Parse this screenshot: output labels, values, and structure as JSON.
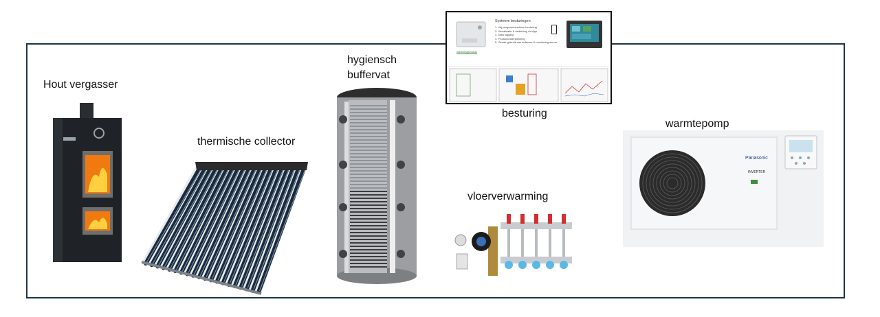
{
  "labels": {
    "wood_gasifier": "Hout vergasser",
    "thermal_collector": "thermische collector",
    "buffer_tank": "hygiensch\nbuffervat",
    "control": "besturing",
    "floor_heating": "vloerverwarming",
    "heat_pump": "warmtepomp"
  },
  "control_panel": {
    "title": "Systeem besturingen",
    "items": [
      "1. Vrij programmeerbare besturing",
      "2. Visualisatie & bediening via App",
      "3. Data logging",
      "4. Productondersteuning",
      "5. Geode gebruik van software & monitoring server"
    ],
    "caption": "uitbreidingsmodule"
  },
  "heat_pump": {
    "brand": "Panasonic",
    "model": "INVERTER"
  },
  "colors": {
    "frame": "#1c3343",
    "stove": "#1f2327",
    "flame": "#f07a10",
    "tube": "#1a2a3a"
  }
}
